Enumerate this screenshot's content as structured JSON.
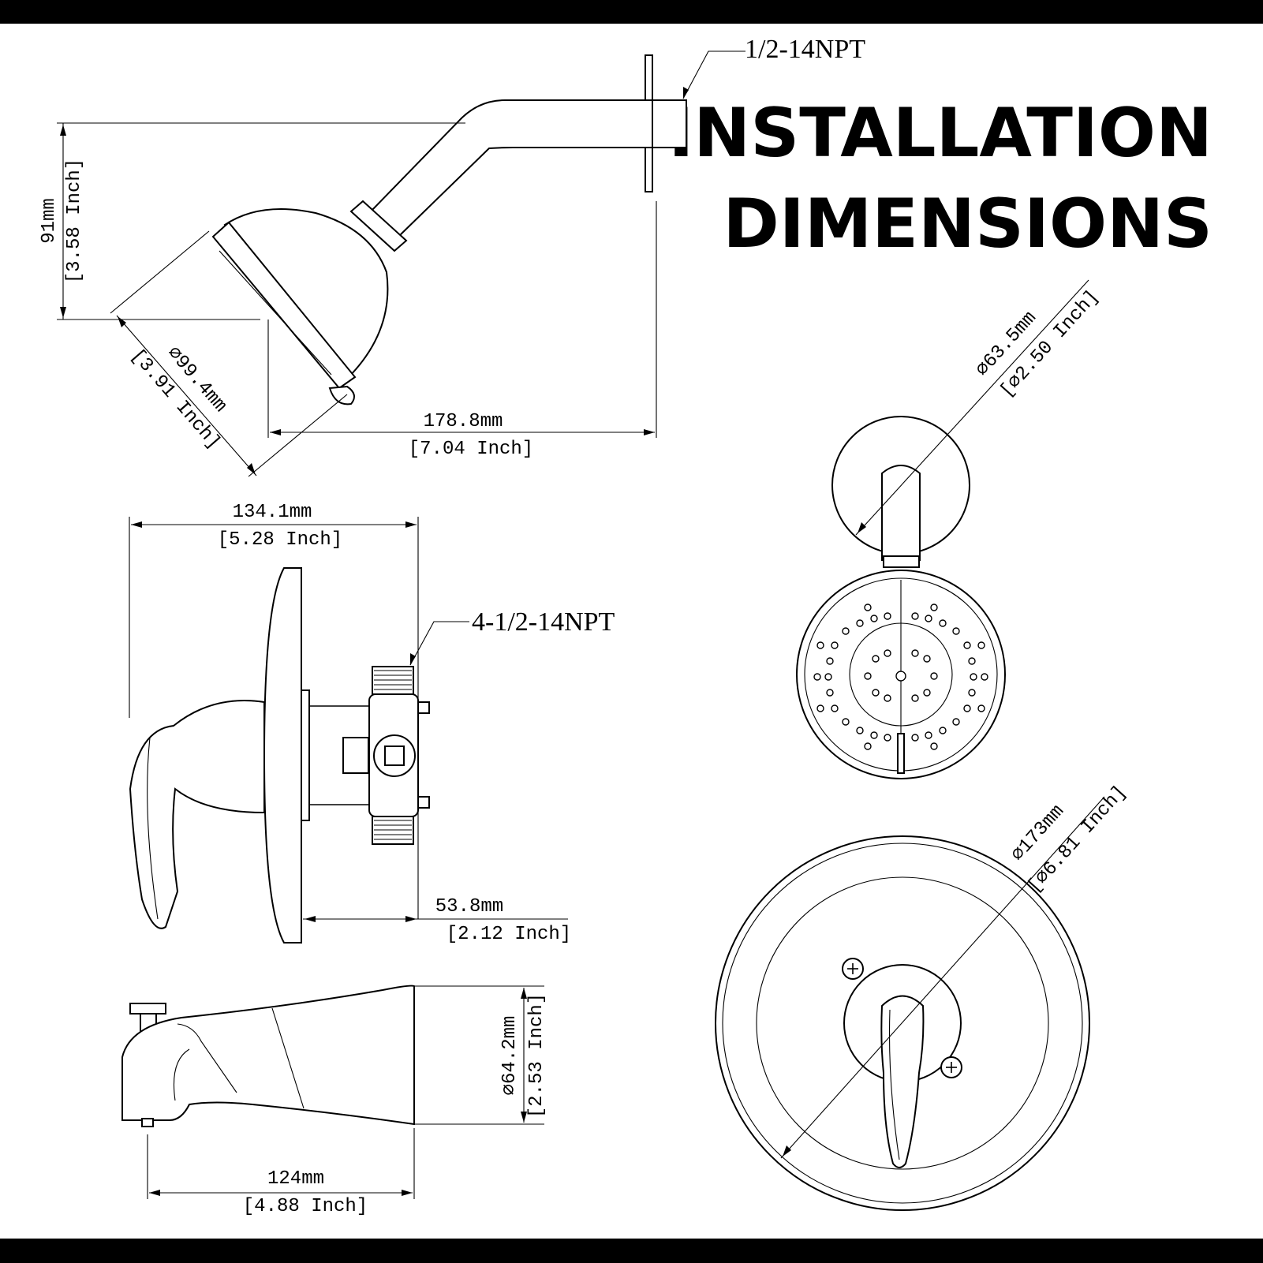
{
  "title": {
    "line1": "INSTALLATION",
    "line2": "DIMENSIONS"
  },
  "shower_arm": {
    "thread_label": "1/2-14NPT",
    "height_mm": "91mm",
    "height_in": "[3.58 Inch]",
    "head_diameter_mm": "⌀99.4mm",
    "head_diameter_in": "[3.91 Inch]",
    "reach_mm": "178.8mm",
    "reach_in": "[7.04 Inch]"
  },
  "valve": {
    "depth_mm": "134.1mm",
    "depth_in": "[5.28 Inch]",
    "thread_label": "4-1/2-14NPT",
    "trim_mm": "53.8mm",
    "trim_in": "[2.12 Inch]"
  },
  "tub_spout": {
    "length_mm": "124mm",
    "length_in": "[4.88 Inch]",
    "diameter_mm": "⌀64.2mm",
    "diameter_in": "[2.53 Inch]"
  },
  "flange_front": {
    "diameter_mm": "⌀63.5mm",
    "diameter_in": "[⌀2.50 Inch]"
  },
  "trim_plate_front": {
    "diameter_mm": "⌀173mm",
    "diameter_in": "[⌀6.81 Inch]"
  }
}
